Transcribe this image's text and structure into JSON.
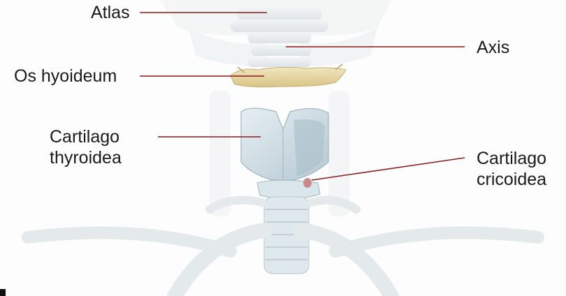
{
  "labels": {
    "atlas": "Atlas",
    "axis": "Axis",
    "os_hyoideum": "Os hyoideum",
    "cartilago_thyroidea": [
      "Cartilago",
      "thyroidea"
    ],
    "cartilago_cricoidea": [
      "Cartilago",
      "cricoidea"
    ]
  },
  "colors": {
    "leader_line": "#8b1a1a",
    "bone": "#eaeef0",
    "bone_shade": "#c9d2d6",
    "hyoid": "#e7d7a4",
    "cartilage": "#d5e3ea",
    "cartilage_shade": "#9fb5c1",
    "cricoid_accent": "#c98b86"
  }
}
